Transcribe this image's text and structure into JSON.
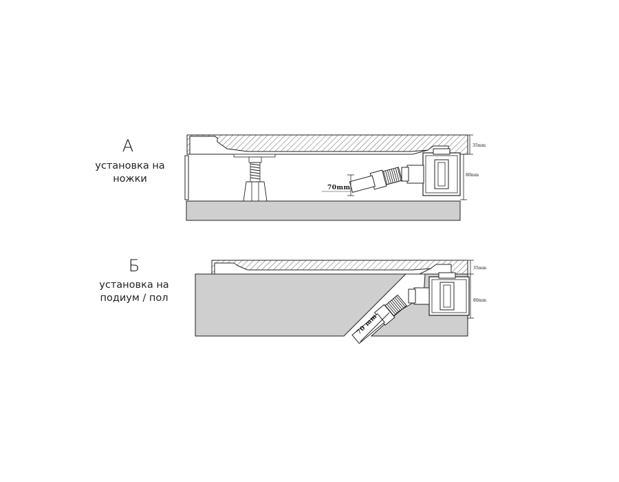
{
  "section_a": {
    "letter": "А",
    "caption_line1": "установка на",
    "caption_line2": "ножки",
    "dim_top": "35mm",
    "dim_side": "80mm",
    "dim_pipe": "70mm"
  },
  "section_b": {
    "letter": "Б",
    "caption_line1": "установка на",
    "caption_line2": "подиум / пол",
    "dim_top": "35mm",
    "dim_side": "80mm",
    "dim_pipe": "70 mm"
  },
  "colors": {
    "line": "#222222",
    "floor_fill": "#cfcfcf",
    "background": "#ffffff"
  }
}
